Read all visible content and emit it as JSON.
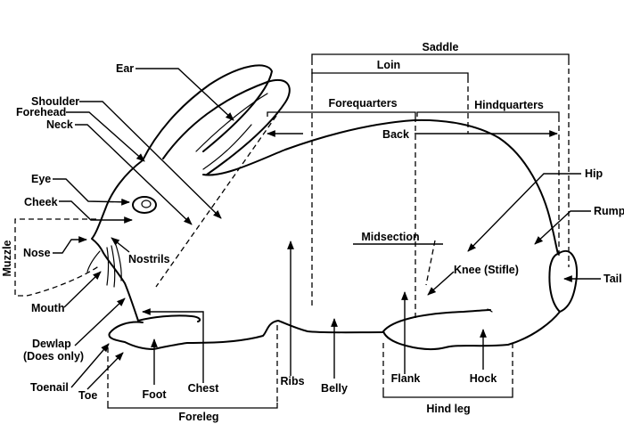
{
  "title": "Rabbit anatomy diagram",
  "labels": {
    "saddle": "Saddle",
    "loin": "Loin",
    "forequarters": "Forequarters",
    "hindquarters": "Hindquarters",
    "back": "Back",
    "ear": "Ear",
    "shoulder": "Shoulder",
    "forehead": "Forehead",
    "neck": "Neck",
    "eye": "Eye",
    "cheek": "Cheek",
    "muzzle": "Muzzle",
    "nose": "Nose",
    "nostrils": "Nostrils",
    "mouth": "Mouth",
    "dewlap_line1": "Dewlap",
    "dewlap_line2": "(Does only)",
    "toenail": "Toenail",
    "toe": "Toe",
    "foot": "Foot",
    "chest": "Chest",
    "foreleg": "Foreleg",
    "ribs": "Ribs",
    "belly": "Belly",
    "midsection": "Midsection",
    "knee": "Knee (Stifle)",
    "flank": "Flank",
    "hock": "Hock",
    "hind_leg": "Hind leg",
    "hip": "Hip",
    "rump": "Rump",
    "tail": "Tail"
  }
}
